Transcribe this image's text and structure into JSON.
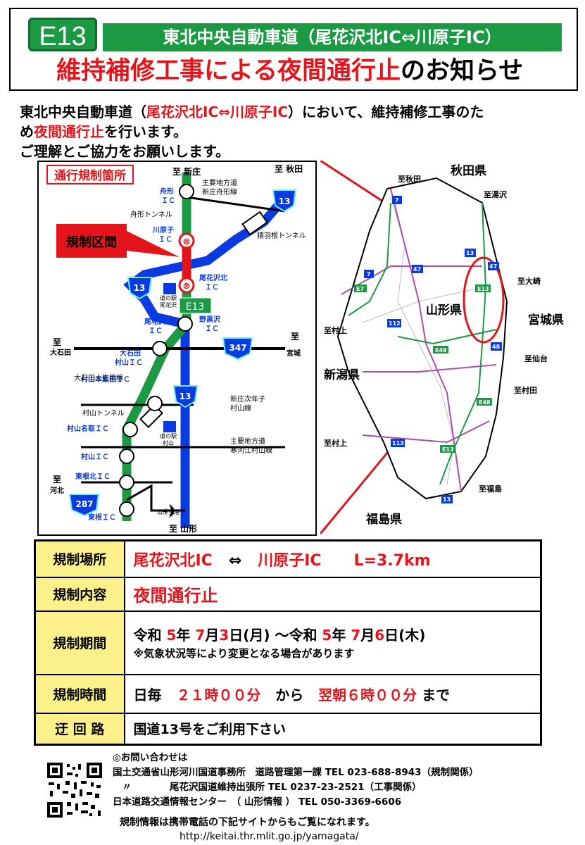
{
  "header": {
    "badge": "E13",
    "route_title": "東北中央自動車道（尾花沢北IC⇔川原子IC）",
    "notice_red": "維持補修工事による夜間通行止",
    "notice_black": "のお知らせ"
  },
  "intro": {
    "p1_a": "東北中央自動車道（",
    "p1_b": "尾花沢北IC⇔川原子IC",
    "p1_c": "）において、維持補修工事のた",
    "p2_a": "め",
    "p2_b": "夜間通行止",
    "p2_c": "を行います。",
    "p3": "ご理解とご協力をお願いします。"
  },
  "left_map": {
    "legend": "通行規制箇所",
    "regulated_section": "規制区間",
    "to_shinjo": "至 新庄",
    "to_akita": "至 秋田",
    "to_yamagata": "至 山形",
    "to_oishida_1": "至",
    "to_oishida_2": "大石田",
    "to_kahoku_1": "至",
    "to_kahoku_2": "河北",
    "to_miyagi_1": "至",
    "to_miyagi_2": "宮城",
    "funagata_ic_1": "舟形",
    "funagata_ic_2": "ＩＣ",
    "funagata_tunnel": "舟形トンネル",
    "kawarago_ic_1": "川原子",
    "kawarago_ic_2": "ＩＣ",
    "obanazawa_kita_ic_1": "尾花沢北",
    "obanazawa_kita_ic_2": "ＩＣ",
    "michinoeki_obanazawa_1": "道の駅",
    "michinoeki_obanazawa_2": "尾花沢",
    "obanazawa_ic_1": "尾花沢",
    "obanazawa_ic_2": "ＩＣ",
    "nobaguro_ic_1": "野黒沢",
    "nobaguro_ic_2": "ＩＣ",
    "oishida_ic_1": "大石田",
    "oishida_ic_2": "村山ＩＣ",
    "oishida_line": "大石田土生田線",
    "murayama_iide_ic": "村山本飯田ＩＣ",
    "murayama_tunnel": "村山トンネル",
    "murayama_natori_ic": "村山名取ＩＣ",
    "murayama_ic": "村山ＩＣ",
    "higashine_kita_ic": "東根北ＩＣ",
    "higashine_ic": "東根ＩＣ",
    "michinoeki_murayama_1": "道の駅",
    "michinoeki_murayama_2": "村山",
    "airport": "山形空港",
    "route_shinjo_1": "主要地方道",
    "route_shinjo_2": "新庄舟形線",
    "saruhane_tunnel": "猿羽根トンネル",
    "shinjo_jijiko_1": "新庄次年子",
    "shinjo_jijiko_2": "村山線",
    "route_sagae_1": "主要地方道",
    "route_sagae_2": "寒河江村山線",
    "shield_13": "13",
    "shield_347": "347",
    "shield_287": "287",
    "shield_e13": "E13"
  },
  "right_map": {
    "akita": "秋田県",
    "yamagata": "山形県",
    "miyagi": "宮城県",
    "niigata": "新潟県",
    "fukushima": "福島県",
    "to_akita": "至秋田",
    "to_yuzawa": "至湯沢",
    "to_osaki": "至大崎",
    "to_murakami_1": "至村上",
    "to_murakami_2": "至村上",
    "to_sendai": "至仙台",
    "to_murata": "至村田",
    "to_fukushima": "至福島",
    "n7": "7",
    "n13": "13",
    "n47": "47",
    "n112": "112",
    "n48": "48",
    "n113": "113",
    "e7": "E7",
    "e13": "E13",
    "e48": "E48"
  },
  "table": {
    "rows": [
      {
        "label": "規制場所"
      },
      {
        "label": "規制内容"
      },
      {
        "label": "規制期間"
      },
      {
        "label": "規制時間"
      },
      {
        "label": "迂 回 路"
      }
    ],
    "place_from": "尾花沢北IC",
    "place_arrow": "⇔",
    "place_to": "川原子IC",
    "place_length": "L=3.7km",
    "content": "夜間通行止",
    "period_a": "令和 ",
    "period_b": "5",
    "period_c": "年 ",
    "period_d": "7",
    "period_e": "月",
    "period_f": "3",
    "period_g": "日(月) 〜令和 ",
    "period_h": "5",
    "period_i": "年 ",
    "period_j": "7",
    "period_k": "月",
    "period_l": "6",
    "period_m": "日(木)",
    "period_note": "※気象状況等により変更となる場合があります",
    "time_a": "日毎",
    "time_b": "２１時００分",
    "time_c": "から",
    "time_d": "翌朝６時００分",
    "time_e": "まで",
    "detour": "国道13号をご利用下さい"
  },
  "contact": {
    "heading": "◎お問い合わせは",
    "line1": "国土交通省山形河川国道事務所　道路管理第一課 TEL 023-688-8943（規制関係）",
    "line2": "　〃　　　　尾花沢国道維持出張所 TEL 0237-23-2521（工事関係）",
    "line3": "日本道路交通情報センター　（ 山形情報 ） TEL 050-3369-6606"
  },
  "footer": {
    "line1": "規制情報は携帯電話の下記サイトからもご覧になれます。",
    "line2": "http://keitai.thr.mlit.go.jp/yamagata/"
  },
  "colors": {
    "expressway_green": "#1b9a43",
    "route_blue": "#0a3be0",
    "alert_red": "#e4141a",
    "table_header_yellow": "#fcf08a"
  }
}
